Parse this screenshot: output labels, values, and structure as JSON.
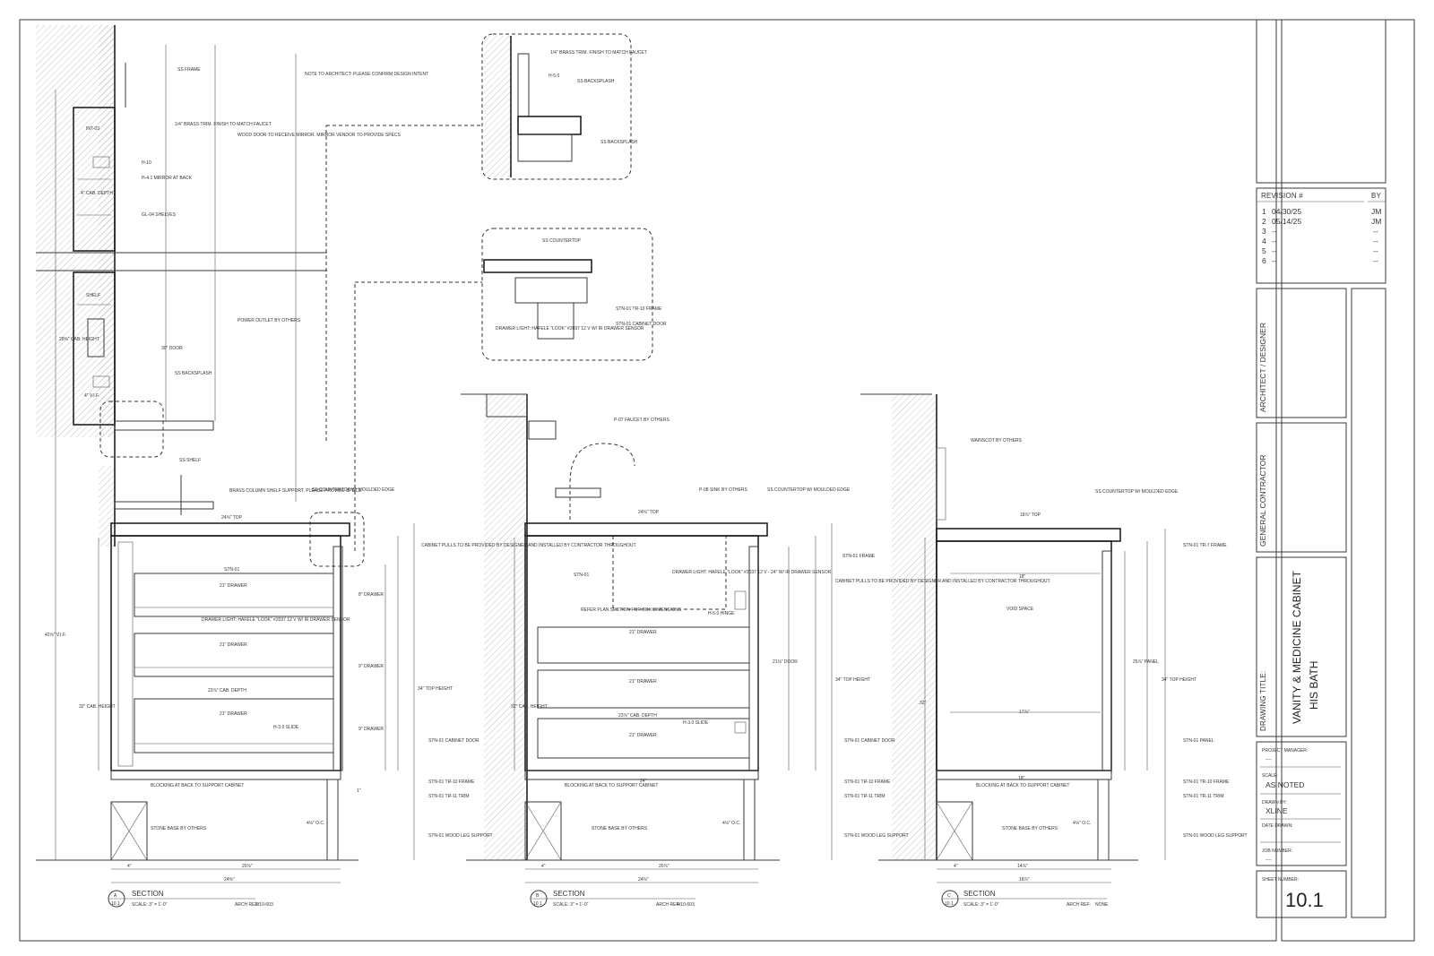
{
  "notes": {
    "ss_frame": "SS FRAME",
    "note_to_architect": "NOTE TO ARCHITECT: PLEASE CONFIRM DESIGN INTENT",
    "int03": "INT-03",
    "brass_trim": "1/4\" BRASS TRIM. FINISH TO MATCH FAUCET",
    "wood_door": "WOOD DOOR TO RECEIVE MIRROR. MIRROR VENDOR TO PROVIDE SPECS",
    "h10": "H-10",
    "h41": "H-4.1 MIRROR AT BACK",
    "cab_depth_4": "4\" CAB. DEPTH",
    "gl04": "GL-04 SHELVES",
    "shelf": "SHELF",
    "power_outlet": "POWER OUTLET BY OTHERS",
    "door_30": "30\" DOOR",
    "cab_height_28": "28⅜\" CAB. HEIGHT",
    "vif_4": "4\" V.I.F.",
    "ss_backsplash": "SS BACKSPLASH",
    "ss_shelf": "SS SHELF",
    "brass_column": "BRASS COLUMN SHELF SUPPORT. PLEASE PROVIDE SPECS",
    "ss_countertop_moulded": "SS COUNTERTOP W/ MOULDED EDGE",
    "top_24": "24⅜\" TOP",
    "stn01": "STN-01",
    "drawer_21": "21\" DRAWER",
    "drawer_light_a": "DRAWER LIGHT: HAFELE \"LOOK\" #2037 12 V W/ IR DRAWER SENSOR",
    "cab_depth_23": "23⅞\" CAB. DEPTH",
    "h30_slide": "H-3.0 SLIDE",
    "cab_height_32": "32\" CAB. HEIGHT",
    "vif_42": "42⅝\" V.I.F.",
    "cabinet_pulls": "CABINET PULLS TO BE PROVIDED BY DESIGNER AND INSTALLED BY CONTRACTOR THROUGHOUT.",
    "drawer_8": "8\" DRAWER",
    "drawer_9": "9\" DRAWER",
    "top_height_34": "34\" TOP HEIGHT",
    "stn01_cabinet_door": "STN-01 CABINET DOOR",
    "stn01_tr10": "STN-01 TR-10 FRAME",
    "stn01_tr11": "STN-01 TR-11 TRIM",
    "stn01_wood_leg": "STN-01 WOOD LEG SUPPORT",
    "blocking": "BLOCKING AT BACK TO SUPPORT CABINET",
    "stone_base": "STONE BASE BY OTHERS",
    "oc_4": "4⅛\" O.C.",
    "dim_4": "4\"",
    "dim_20": "20⅞\"",
    "dim_24": "24⅜\"",
    "dim_24b": "24\"",
    "dim_1": "1\"",
    "ss_countertop": "SS COUNTERTOP",
    "stn01_tr10_frame": "STN-01 TR-10 FRAME",
    "stn01_cabinet_door_b": "STN-01 CABINET DOOR",
    "drawer_light_inset": "DRAWER LIGHT: HAFELE \"LOOK\" #2037 12 V W/ IR DRAWER SENSOR",
    "h50": "H-5.0",
    "p07_faucet": "P-07 FAUCET BY OTHERS",
    "p08_sink": "P-08 SINK BY OTHERS",
    "stn01_frame": "STN-01 FRAME",
    "drawer_light_b": "DRAWER LIGHT: HAFELE \"LOOK\" #2037 12 V - 24\" W/ IR DRAWER SENSOR",
    "h50_hinge": "H-5.0 HINGE",
    "refer_plan": "REFER PLAN SECTION FOR BOX DIMENSIONS",
    "door_21": "21⅛\" DOOR",
    "wainscot": "WAINSCOT BY OTHERS",
    "top_18": "18⅞\" TOP",
    "stn01_tr7": "STN-01 TR-7 FRAME",
    "void_space": "VOID SPACE",
    "dim_18": "18\"",
    "dim_17": "17⅞\"",
    "panel_25": "25⅞\" PANEL",
    "stn01_panel": "STN-01 PANEL",
    "stn01_tr11_trim": "STN-01 TR-11 TRIM",
    "dim_14": "14⅞\"",
    "dim_18b": "18⅞\"",
    "dim_32": "32\""
  },
  "sections": [
    {
      "letter": "A",
      "sheet": "10.1",
      "title": "SECTION",
      "scale": "SCALE: 3\" = 1'-0\"",
      "arch_ref_label": "ARCH REF:",
      "arch_ref": "3/10-603"
    },
    {
      "letter": "B",
      "sheet": "10.1",
      "title": "SECTION",
      "scale": "SCALE: 3\" = 1'-0\"",
      "arch_ref_label": "ARCH REF:",
      "arch_ref": "4/10-603"
    },
    {
      "letter": "C",
      "sheet": "10.1",
      "title": "SECTION",
      "scale": "SCALE: 3\" = 1'-0\"",
      "arch_ref_label": "ARCH REF:",
      "arch_ref": "NONE"
    }
  ],
  "title_block": {
    "revision_header": "REVISION #",
    "by_header": "BY",
    "revisions": [
      {
        "num": "1",
        "date": "04/30/25",
        "by": "JM"
      },
      {
        "num": "2",
        "date": "05/14/25",
        "by": "JM"
      },
      {
        "num": "3",
        "date": "--",
        "by": "--"
      },
      {
        "num": "4",
        "date": "--",
        "by": "--"
      },
      {
        "num": "5",
        "date": "--",
        "by": "--"
      },
      {
        "num": "6",
        "date": "--",
        "by": "--"
      }
    ],
    "architect": "ARCHITECT / DESIGNER",
    "contractor": "GENERAL CONTRACTOR",
    "drawing_title_label": "DRAWING TITLE:",
    "drawing_title_1": "VANITY & MEDICINE CABINET",
    "drawing_title_2": "HIS BATH",
    "project_manager_label": "PROJECT MANAGER:",
    "project_manager": "----",
    "scale_label": "SCALE:",
    "scale": "AS NOTED",
    "drawn_by_label": "DRAWN BY:",
    "drawn_by": "XLINE",
    "date_drawn_label": "DATE DRAWN:",
    "date_drawn": "",
    "job_number_label": "JOB NUMBER:",
    "job_number": "----",
    "sheet_number_label": "SHEET NUMBER:",
    "sheet_number": "10.1"
  }
}
